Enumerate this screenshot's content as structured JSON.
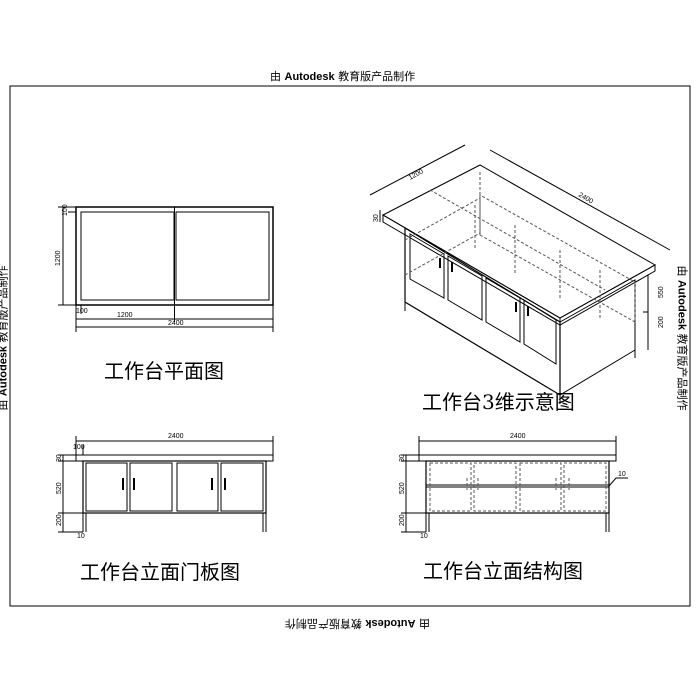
{
  "watermark": {
    "prefix": "由 ",
    "brand": "Autodesk",
    "suffix": " 教育版产品制作"
  },
  "titles": {
    "plan": "工作台平面图",
    "view3d": "工作台3维示意图",
    "door_elevation": "工作台立面门板图",
    "structure_elevation": "工作台立面结构图"
  },
  "dimensions": {
    "plan": {
      "height": "1200",
      "edge_top": "100",
      "edge_left": "100",
      "half_width": "1200",
      "total_width": "2400"
    },
    "view3d": {
      "depth": "1200",
      "length": "2400",
      "top": "30",
      "body": "550",
      "base": "200"
    },
    "door": {
      "total_width": "2400",
      "inset": "100",
      "top": "30",
      "body": "520",
      "base": "200",
      "leg": "10"
    },
    "structure": {
      "total_width": "2400",
      "top": "30",
      "body": "520",
      "base": "200",
      "leg": "10",
      "shelf": "10"
    }
  },
  "colors": {
    "line": "#000000",
    "hidden": "#555555",
    "background": "#ffffff"
  }
}
